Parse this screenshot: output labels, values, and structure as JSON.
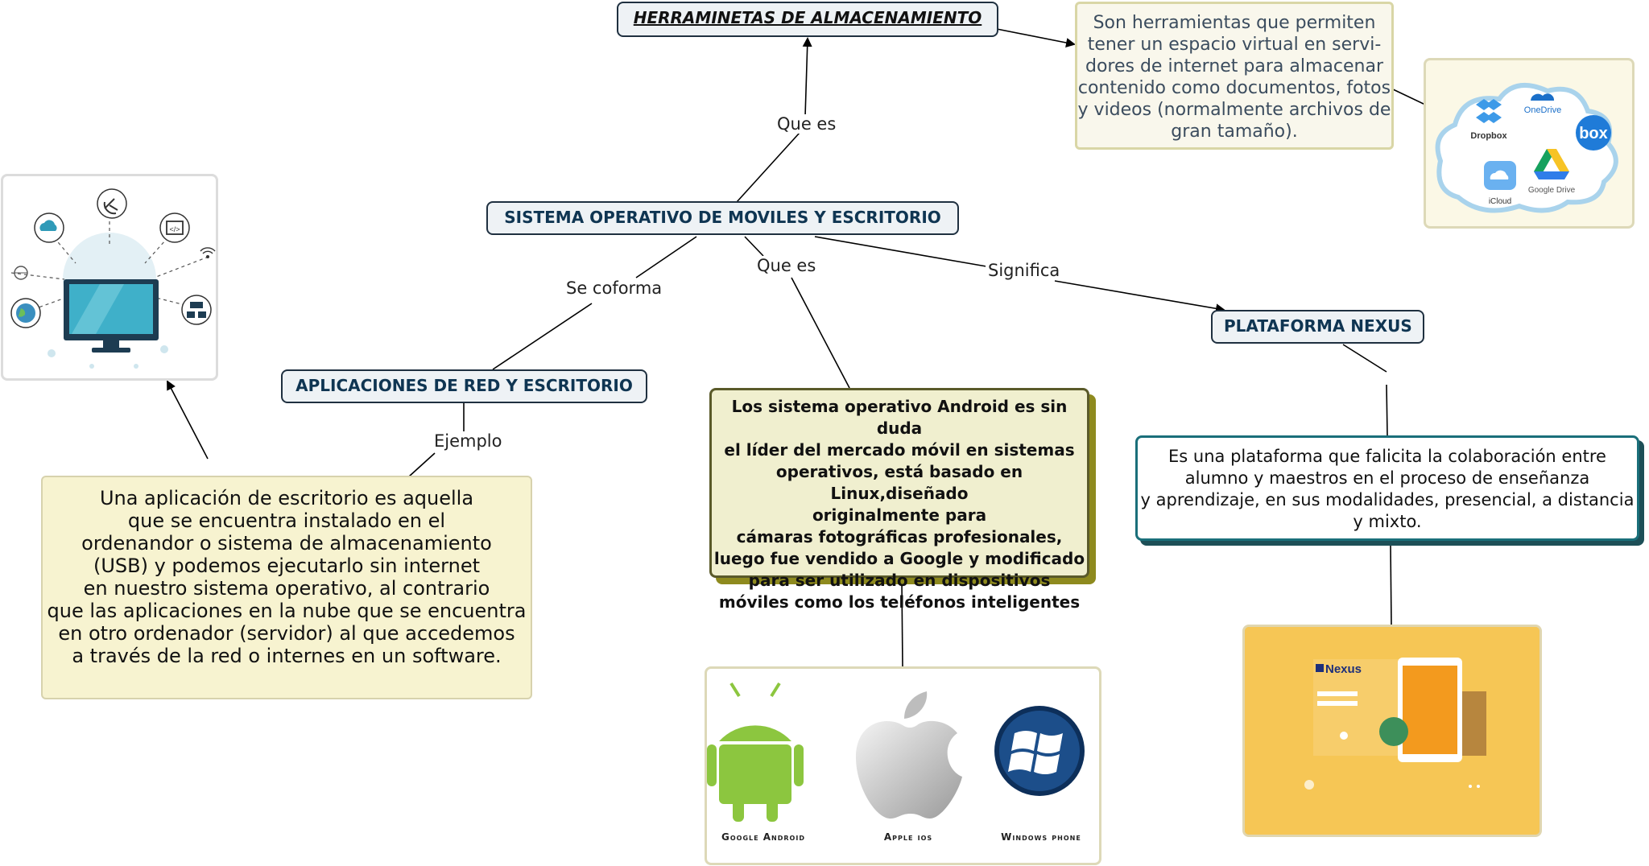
{
  "concepts": {
    "herramientas": "HERRAMINETAS DE ALMACENAMIENTO",
    "sistema": "SISTEMA OPERATIVO DE MOVILES Y ESCRITORIO",
    "aplicaciones": "APLICACIONES DE RED Y ESCRITORIO",
    "nexus": "PLATAFORMA NEXUS"
  },
  "link_labels": {
    "que_es_top": "Que es",
    "se_coforma": "Se coforma",
    "que_es_mid": "Que es",
    "significa": "Significa",
    "ejemplo": "Ejemplo"
  },
  "texts": {
    "herramientas_def": "Son herramientas que permiten\ntener un espacio virtual en servi-\ndores de internet para almacenar\ncontenido como documentos, fotos\ny videos (normalmente archivos de\ngran tamaño).",
    "android_def": "Los sistema operativo Android es sin duda\nel líder del mercado móvil en sistemas\noperativos, está basado en Linux,diseñado\noriginalmente para\ncámaras fotográficas profesionales,\nluego fue vendido a Google y modificado\npara ser utilizado en dispositivos\nmóviles como los teléfonos inteligentes",
    "nexus_def": "Es una plataforma que falicita la colaboración entre\nalumno y maestros en el proceso de enseñanza\ny aprendizaje, en sus modalidades, presencial, a distancia\ny mixto.",
    "escritorio_def": "Una aplicación de escritorio es aquella\nque se encuentra instalado en el\nordenandor o sistema de almacenamiento\n(USB) y podemos ejecutarlo sin internet\nen nuestro sistema operativo, al contrario\nque las aplicaciones en la nube que se encuentra\nen otro ordenador (servidor) al que accedemos\na través de la red o internes en un software."
  },
  "cloud_services": [
    "Dropbox",
    "OneDrive",
    "box",
    "iCloud",
    "Google Drive"
  ],
  "os_labels": [
    "Google Android",
    "Apple ios",
    "Windows phone"
  ],
  "nexus_brand": "Nexus"
}
